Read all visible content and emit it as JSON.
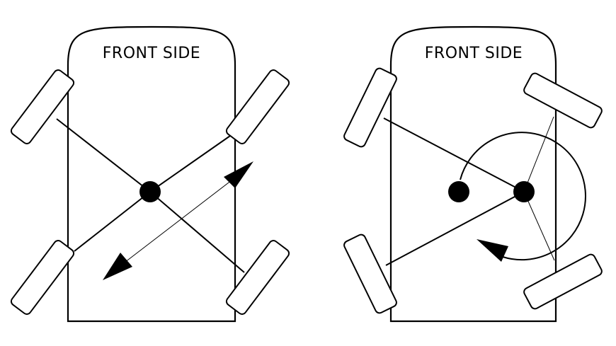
{
  "panels": [
    {
      "label": "FRONT SIDE",
      "mode": "diagonal"
    },
    {
      "label": "FRONT SIDE",
      "mode": "rotation"
    }
  ],
  "colors": {
    "stroke": "#000000",
    "background": "#ffffff"
  }
}
